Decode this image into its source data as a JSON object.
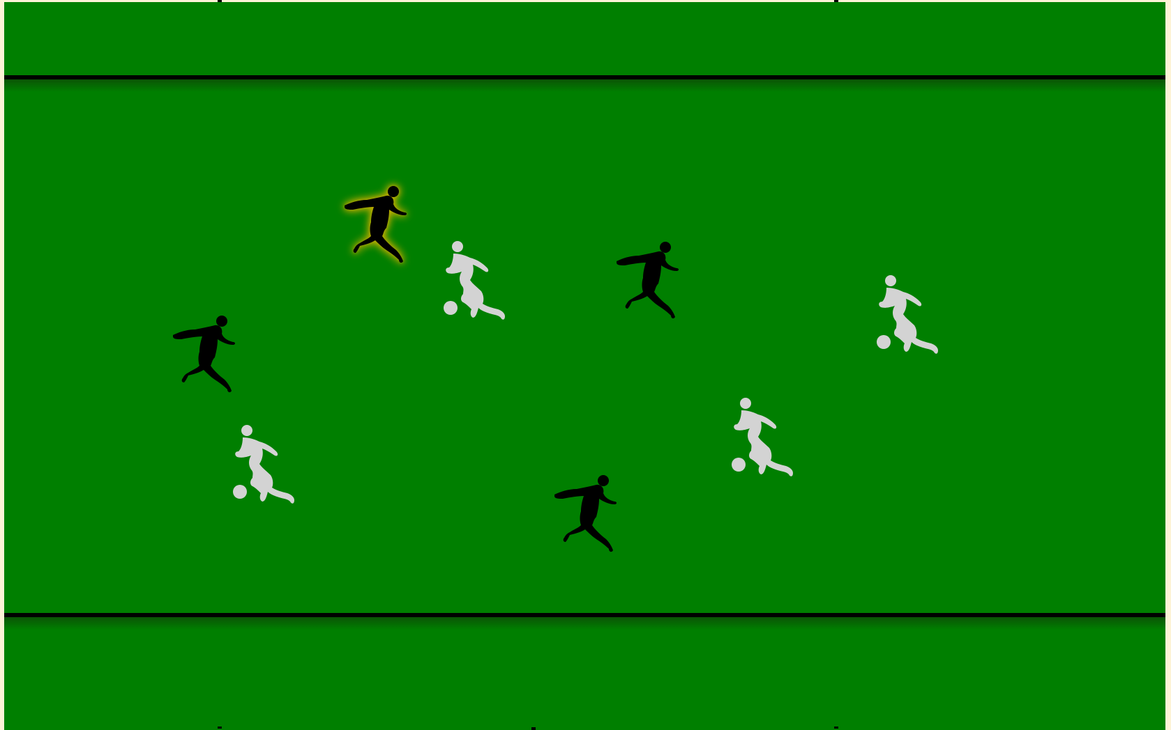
{
  "game": {
    "pitch_color": "#007f00",
    "line_color": "#000000",
    "attacker_color": "#d3d3d3",
    "defender_color": "#000000",
    "highlight_color": "#c8b400"
  },
  "players": [
    {
      "id": "defender-1",
      "team": "defender",
      "icon": "kicking-player-icon",
      "selected": true
    },
    {
      "id": "defender-2",
      "team": "defender",
      "icon": "kicking-player-icon",
      "selected": false
    },
    {
      "id": "defender-3",
      "team": "defender",
      "icon": "kicking-player-icon",
      "selected": false
    },
    {
      "id": "defender-4",
      "team": "defender",
      "icon": "kicking-player-icon",
      "selected": false
    },
    {
      "id": "attacker-1",
      "team": "attacker",
      "icon": "dribbling-player-icon",
      "selected": false
    },
    {
      "id": "attacker-2",
      "team": "attacker",
      "icon": "dribbling-player-icon",
      "selected": false
    },
    {
      "id": "attacker-3",
      "team": "attacker",
      "icon": "dribbling-player-icon",
      "selected": false
    },
    {
      "id": "attacker-4",
      "team": "attacker",
      "icon": "dribbling-player-icon",
      "selected": false
    }
  ]
}
